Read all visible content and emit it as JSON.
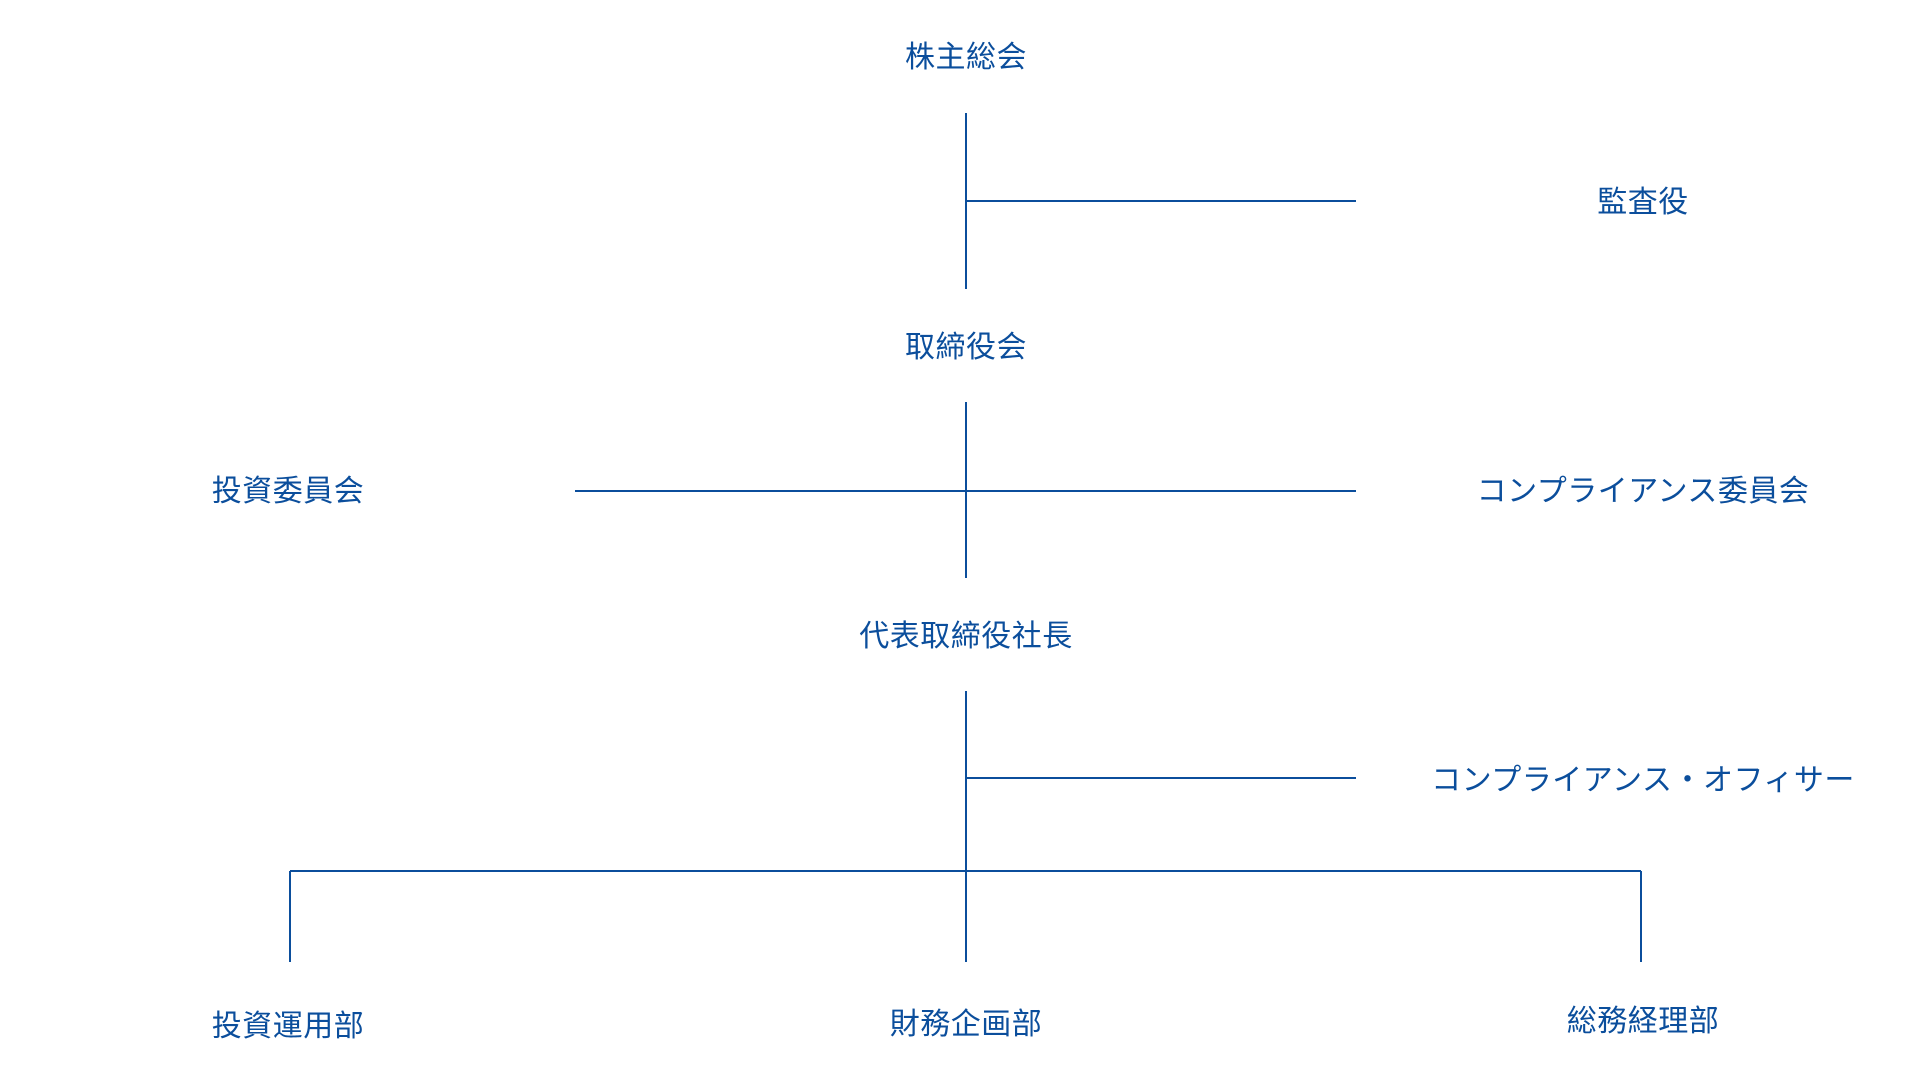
{
  "diagram": {
    "line_color": "#0b4e9c",
    "text_color": "#0b4e9c",
    "nodes": {
      "shareholders_meeting": "株主総会",
      "auditor": "監査役",
      "board_of_directors": "取締役会",
      "investment_committee": "投資委員会",
      "compliance_committee": "コンプライアンス委員会",
      "president": "代表取締役社長",
      "compliance_officer": "コンプライアンス・オフィサー",
      "investment_management_dept": "投資運用部",
      "finance_planning_dept": "財務企画部",
      "general_affairs_accounting_dept": "総務経理部"
    }
  }
}
